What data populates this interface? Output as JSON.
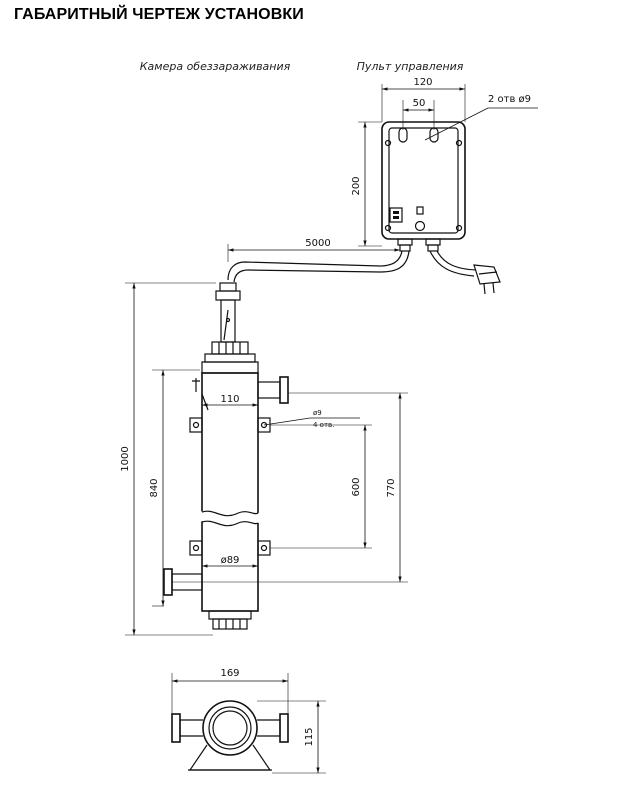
{
  "title": "ГАБАРИТНЫЙ ЧЕРТЕЖ УСТАНОВКИ",
  "labels": {
    "chamber": "Камера обеззараживания",
    "control_panel": "Пульт управления",
    "holes_note": "2 отв ø9",
    "hole_note_main": "ø9",
    "hole_note_sub": "4 отв."
  },
  "dimensions": {
    "panel_width": "120",
    "panel_hole_spacing": "50",
    "panel_height": "200",
    "cable_length": "5000",
    "total_height": "1000",
    "port_spacing": "840",
    "mount_spacing": "600",
    "height_770": "770",
    "port_diameter": "110",
    "body_diameter": "ø89",
    "base_width": "169",
    "base_height": "115"
  }
}
